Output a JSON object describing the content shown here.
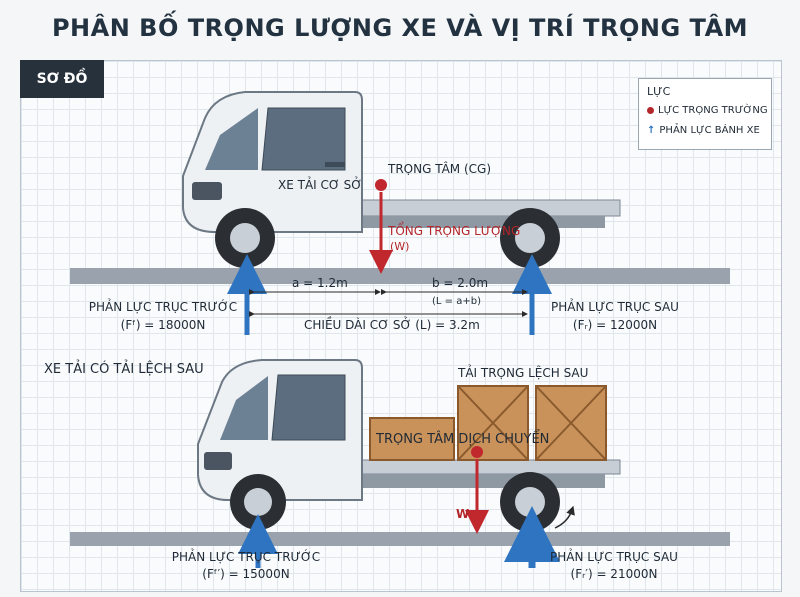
{
  "title": "PHÂN BỐ TRỌNG LƯỢNG XE VÀ VỊ TRÍ TRỌNG TÂM",
  "panel_tag": "SƠ ĐỒ",
  "legend": {
    "heading": "LỰC",
    "gravity": "LỰC TRỌNG TRƯỜNG",
    "reaction": "PHẢN LỰC BÁNH XE"
  },
  "top": {
    "truck_label": "XE TẢI CƠ SỞ",
    "cg_label": "TRỌNG TÂM (CG)",
    "weight_label": "TỔNG TRỌNG LƯỢNG",
    "weight_symbol": "(W)",
    "dim_a": "a = 1.2m",
    "dim_b": "b = 2.0m",
    "dim_relation": "(L = a+b)",
    "wheelbase": "CHIỀU DÀI CƠ SỞ (L) = 3.2m",
    "front_reaction_title": "PHẢN LỰC TRỤC TRƯỚC",
    "front_reaction_value": "(Fᶠ) = 18000N",
    "rear_reaction_title": "PHẢN LỰC TRỤC SAU",
    "rear_reaction_value": "(Fᵣ) = 12000N"
  },
  "bottom": {
    "section_title": "XE TẢI CÓ TẢI LỆCH SAU",
    "load_label": "TẢI TRỌNG LỆCH SAU",
    "cg_shift_label": "TRỌNG TÂM DỊCH CHUYỂN",
    "weight_symbol": "W",
    "front_reaction_title": "PHẢN LỰC TRỤC TRƯỚC",
    "front_reaction_value": "(Fᶠ′) = 15000N",
    "rear_reaction_title": "PHẢN LỰC TRỤC SAU",
    "rear_reaction_value": "(Fᵣ′) = 21000N"
  },
  "colors": {
    "reaction_arrow": "#2f74c0",
    "gravity_arrow": "#c0282d",
    "crate": "#c9925a",
    "truck_body": "#eef1f4"
  }
}
